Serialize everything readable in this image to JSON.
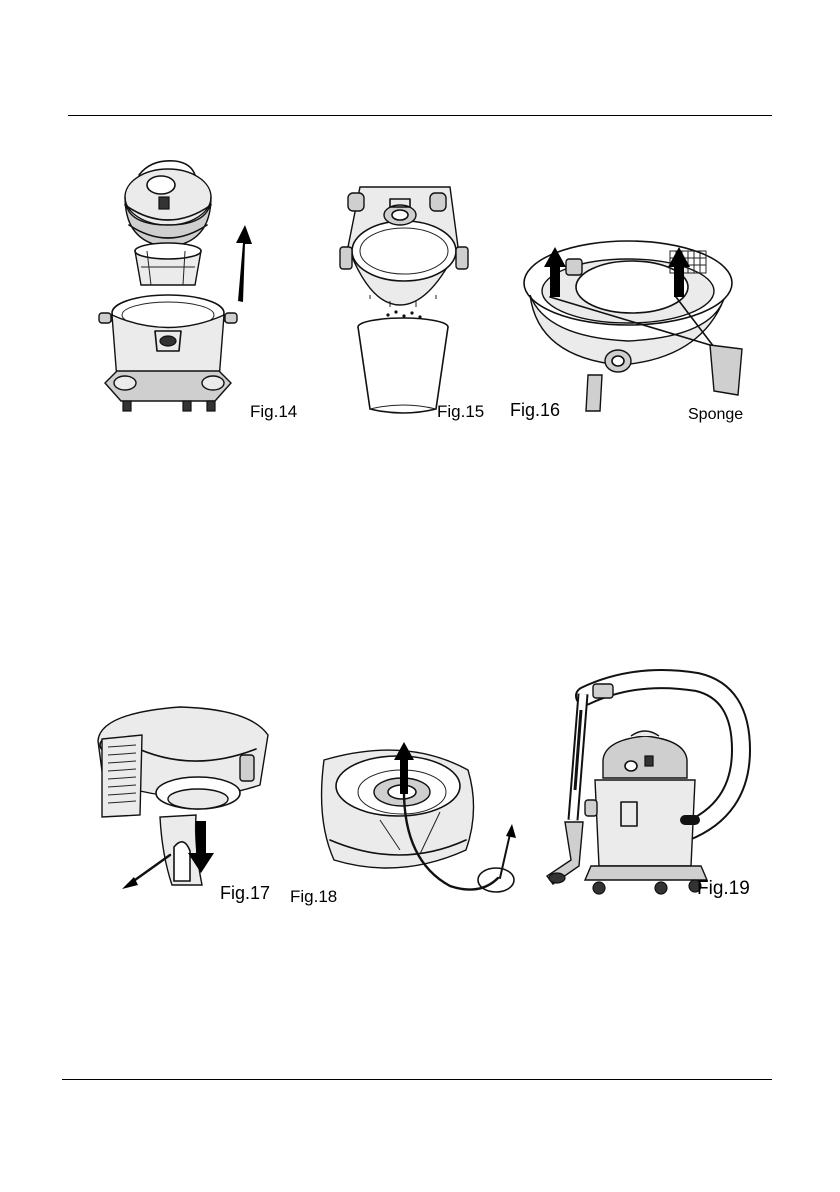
{
  "figures": [
    {
      "id": "fig14",
      "caption": "Fig.14",
      "icon": "vacuum-lid-lift-illustration"
    },
    {
      "id": "fig15",
      "caption": "Fig.15",
      "icon": "empty-dust-illustration"
    },
    {
      "id": "fig16",
      "caption": "Fig.16",
      "label": "Sponge",
      "icon": "sponge-remove-illustration"
    },
    {
      "id": "fig17",
      "caption": "Fig.17",
      "icon": "filter-remove-illustration"
    },
    {
      "id": "fig18",
      "caption": "Fig.18",
      "icon": "float-valve-illustration"
    },
    {
      "id": "fig19",
      "caption": "Fig.19",
      "icon": "vacuum-assembled-illustration"
    }
  ]
}
